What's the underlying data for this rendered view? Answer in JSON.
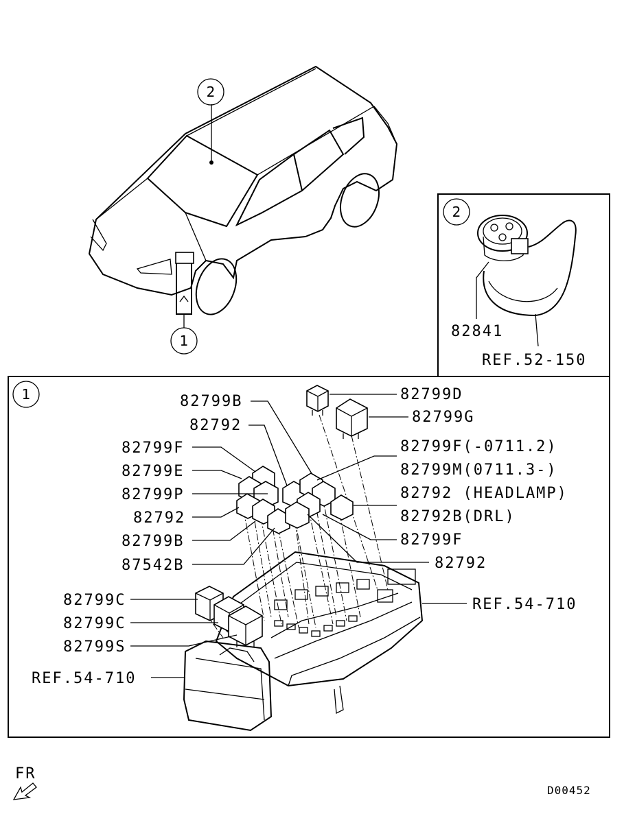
{
  "callouts": {
    "c1": "1",
    "c2": "2",
    "inset_c2": "2",
    "detail_c1": "1"
  },
  "inset": {
    "part_82841": "82841",
    "ref_52_150": "REF.52-150"
  },
  "labels": {
    "p82799B_top": "82799B",
    "p82792_a": "82792",
    "p82799F_left": "82799F",
    "p82799E": "82799E",
    "p82799P": "82799P",
    "p82792_b": "82792",
    "p82799B_low": "82799B",
    "p87542B": "87542B",
    "p82799D": "82799D",
    "p82799G": "82799G",
    "p82799F_range": "82799F(-0711.2)",
    "p82799M_range": "82799M(0711.3-)",
    "p82792_headlamp": "82792 (HEADLAMP)",
    "p82792B_drl": "82792B(DRL)",
    "p82799F_right": "82799F",
    "p82792_right": "82792",
    "ref_54_710_right": "REF.54-710",
    "p82799C_a": "82799C",
    "p82799C_b": "82799C",
    "p82799S": "82799S",
    "ref_54_710_left": "REF.54-710"
  },
  "footer": {
    "fr": "FR",
    "code": "D00452"
  }
}
